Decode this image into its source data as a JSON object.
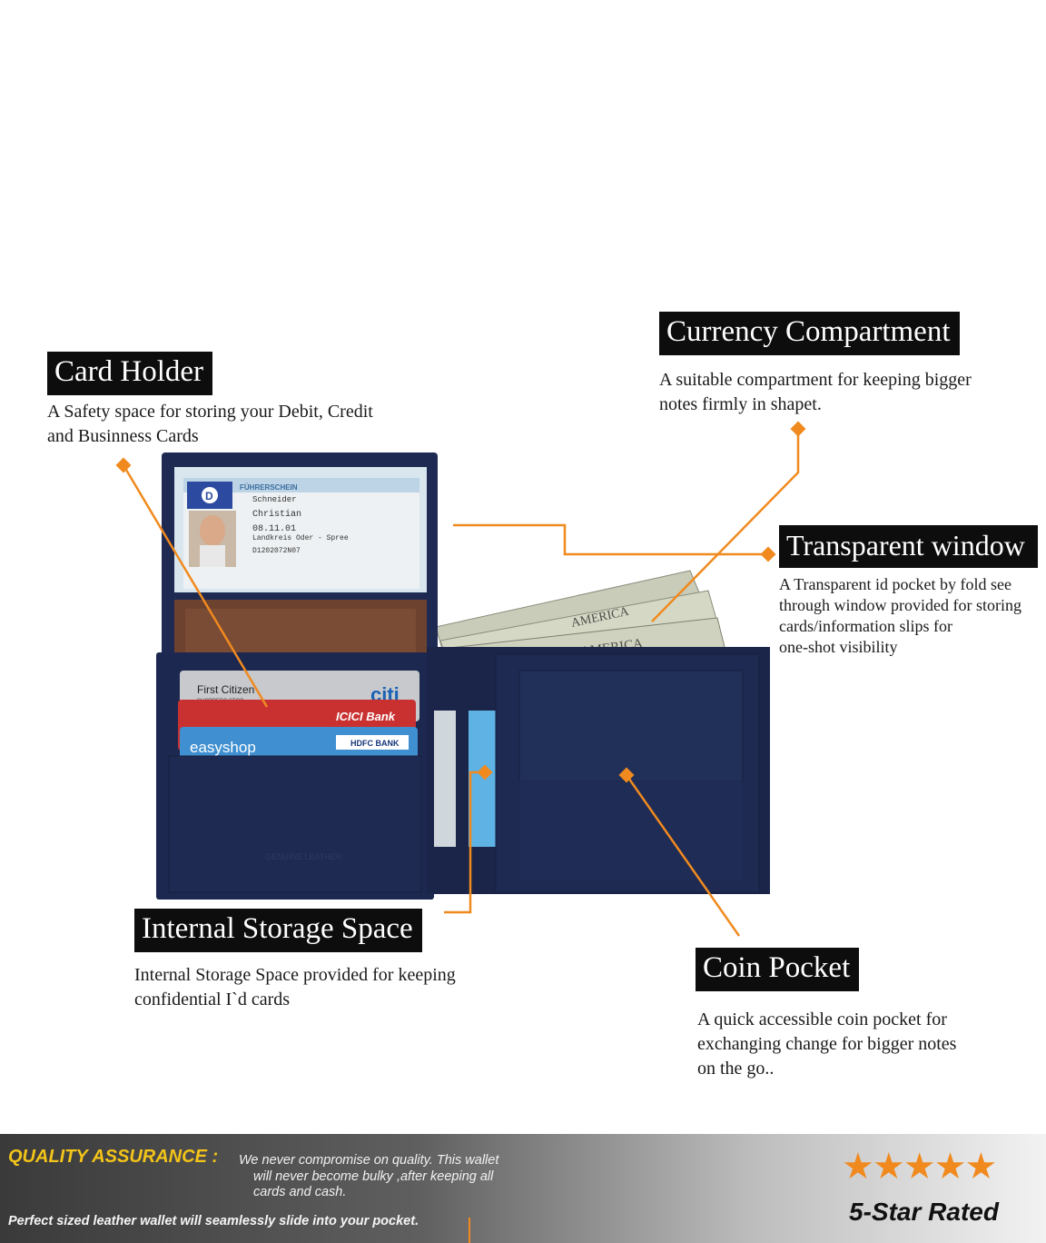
{
  "features": {
    "card_holder": {
      "title": "Card Holder",
      "lines": [
        "A Safety space for storing your Debit, Credit",
        "and Businness Cards"
      ]
    },
    "currency": {
      "title": "Currency Compartment",
      "lines": [
        "A suitable compartment for keeping bigger",
        "notes firmly in shapet."
      ]
    },
    "transparent": {
      "title": "Transparent window",
      "lines": [
        "A Transparent id pocket by fold see",
        "through window provided for storing",
        "cards/information slips for",
        "one-shot visibility"
      ]
    },
    "internal": {
      "title": "Internal Storage Space",
      "lines": [
        "Internal Storage Space provided for keeping",
        "confidential I`d cards"
      ]
    },
    "coin": {
      "title": "Coin Pocket",
      "lines": [
        "A quick accessible coin pocket for",
        "exchanging change for bigger notes",
        "on the go.."
      ]
    }
  },
  "product_labels": {
    "license_header": "FÜHRERSCHEIN",
    "license_country": "D",
    "license_surname": "Schneider",
    "license_name": "Christian",
    "license_date": "08.11.01",
    "license_place": "Landkreis Oder - Spree",
    "license_number": "D1202072N07",
    "card1_brand": "First Citizen",
    "card1_sub": "SHOPPERS STOP",
    "card1_logo": "citi",
    "card2_brand": "ICICI Bank",
    "card3_brand": "easyshop",
    "card3_bank": "HDFC BANK",
    "bill_text": "AMERICA",
    "leather_mark": "GENUINE LEATHER"
  },
  "footer": {
    "quality_title": "QUALITY ASSURANCE :",
    "quality_lines": [
      "We never compromise on quality. This wallet",
      "will never become bulky ,after keeping all",
      "cards and cash."
    ],
    "slogan": "Perfect sized leather wallet will seamlessly slide into your pocket.",
    "stars": "★★★★★",
    "rating_label": "5-Star Rated"
  },
  "colors": {
    "accent": "#f08a1f",
    "wallet": "#1e2a52",
    "stars": "#f08a1f",
    "quality_title": "#f3c419"
  }
}
